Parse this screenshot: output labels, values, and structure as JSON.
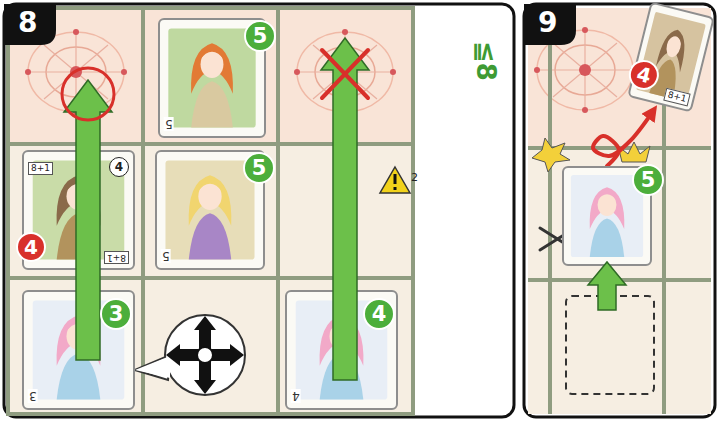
{
  "diagram": {
    "nodes": [
      {
        "text": [
          "5",
          "5"
        ]
      },
      {
        "text": [
          "8+1",
          "4",
          "4",
          "8+1"
        ]
      },
      {
        "text": [
          "5",
          "5"
        ]
      },
      {
        "text": [
          "3",
          "3"
        ]
      },
      {
        "text": [
          "4",
          "4"
        ]
      },
      {
        "text": [
          "4",
          "8+1"
        ]
      },
      {
        "text": [
          "5"
        ]
      }
    ],
    "edges": [
      {
        "from": 6,
        "to": 5,
        "arrow": "to"
      }
    ],
    "labels": [
      "8",
      "≦8",
      "2",
      "9"
    ]
  }
}
